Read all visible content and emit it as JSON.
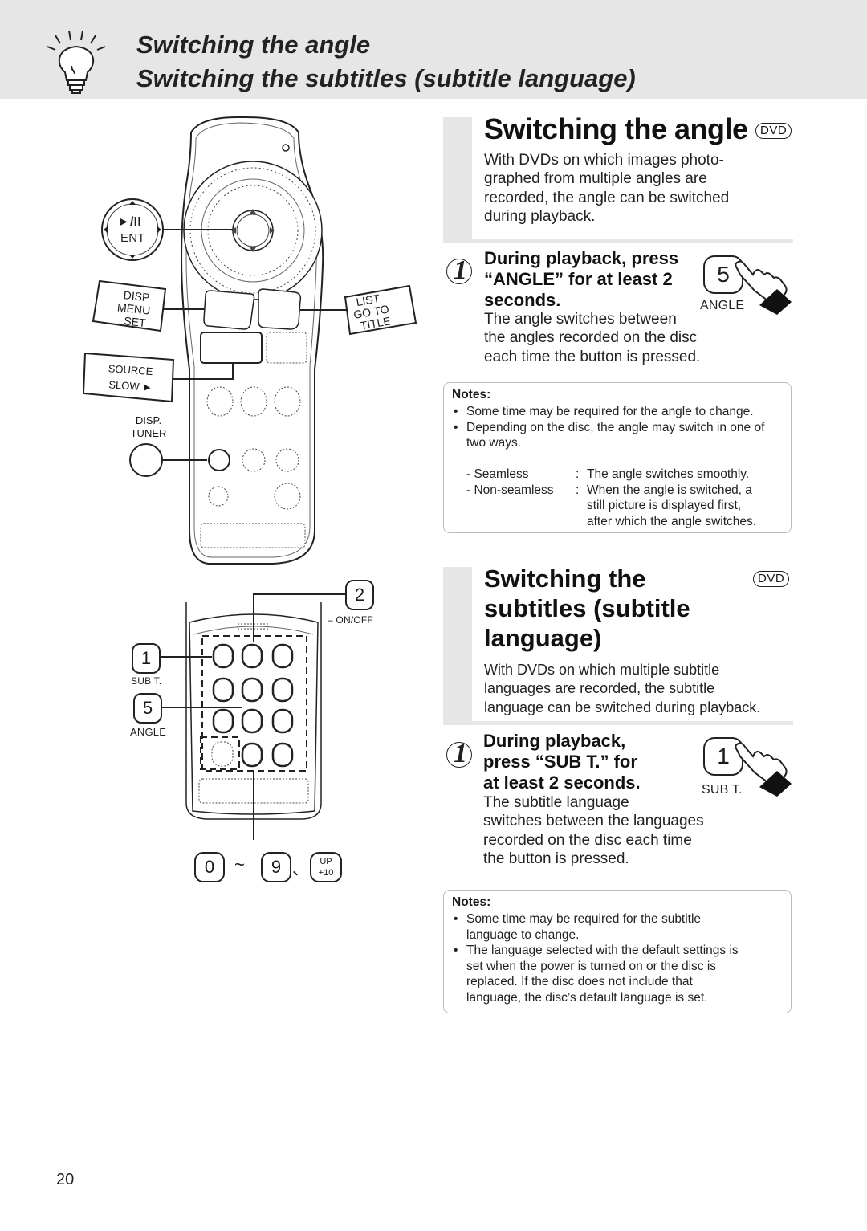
{
  "header": {
    "title_line1": "Switching the angle",
    "title_line2": "Switching the subtitles (subtitle language)"
  },
  "remote_top": {
    "play_pause_symbol": "►/II",
    "ent_label": "ENT",
    "disp_menu_set": [
      "DISP",
      "MENU",
      "SET"
    ],
    "list_goto_title": [
      "LIST",
      "GO TO",
      "TITLE"
    ],
    "source_slow": [
      "SOURCE",
      "SLOW ►"
    ],
    "disp_tuner": [
      "DISP.",
      "TUNER"
    ]
  },
  "remote_bottom": {
    "callout_2": "2",
    "on_off_label": "– ON/OFF",
    "callout_1": "1",
    "sub_t_label": "SUB T.",
    "callout_5": "5",
    "angle_label": "ANGLE",
    "key_0": "0",
    "tilde": "~",
    "key_9": "9",
    "separator": "、",
    "up_label": "UP",
    "plus10_label": "+10"
  },
  "section_angle": {
    "title": "Switching the angle",
    "badge": "DVD",
    "intro": [
      "With DVDs on which images photo-",
      "graphed from multiple angles are",
      "recorded, the angle can be switched",
      "during playback."
    ],
    "step_number": "1",
    "step_heading": [
      "During playback, press",
      "“ANGLE” for at least 2",
      "seconds."
    ],
    "step_body": [
      "The angle switches between",
      "the angles recorded on the disc",
      "each time the button is pressed."
    ],
    "button_number": "5",
    "button_label": "ANGLE",
    "notes_title": "Notes:",
    "notes": [
      "Some time may be required for the angle to change.",
      "Depending on the disc, the angle may switch in one of two ways."
    ],
    "modes": [
      {
        "term": "- Seamless",
        "sep": ":",
        "desc": "The angle switches smoothly."
      },
      {
        "term": "- Non-seamless",
        "sep": ":",
        "desc_lines": [
          "When the angle is switched, a",
          "still picture is displayed first,",
          "after which the angle switches."
        ]
      }
    ]
  },
  "section_subtitle": {
    "title_lines": [
      "Switching the",
      "subtitles (subtitle",
      "language)"
    ],
    "badge": "DVD",
    "intro": [
      "With DVDs on which multiple subtitle",
      "languages are recorded, the subtitle",
      "language can be switched during playback."
    ],
    "step_number": "1",
    "step_heading": [
      "During playback,",
      "press “SUB T.” for",
      "at least 2 seconds."
    ],
    "step_body": [
      "The subtitle language",
      "switches between the languages",
      "recorded on the disc each time",
      "the button is pressed."
    ],
    "button_number": "1",
    "button_label": "SUB T.",
    "notes_title": "Notes:",
    "notes": [
      [
        "Some time may be required for the subtitle",
        "language to change."
      ],
      [
        "The language selected with the default settings is",
        "set when the power is turned on or the disc is",
        "replaced.  If the disc does not include that",
        "language, the disc’s default language is set."
      ]
    ]
  },
  "page_number": "20"
}
